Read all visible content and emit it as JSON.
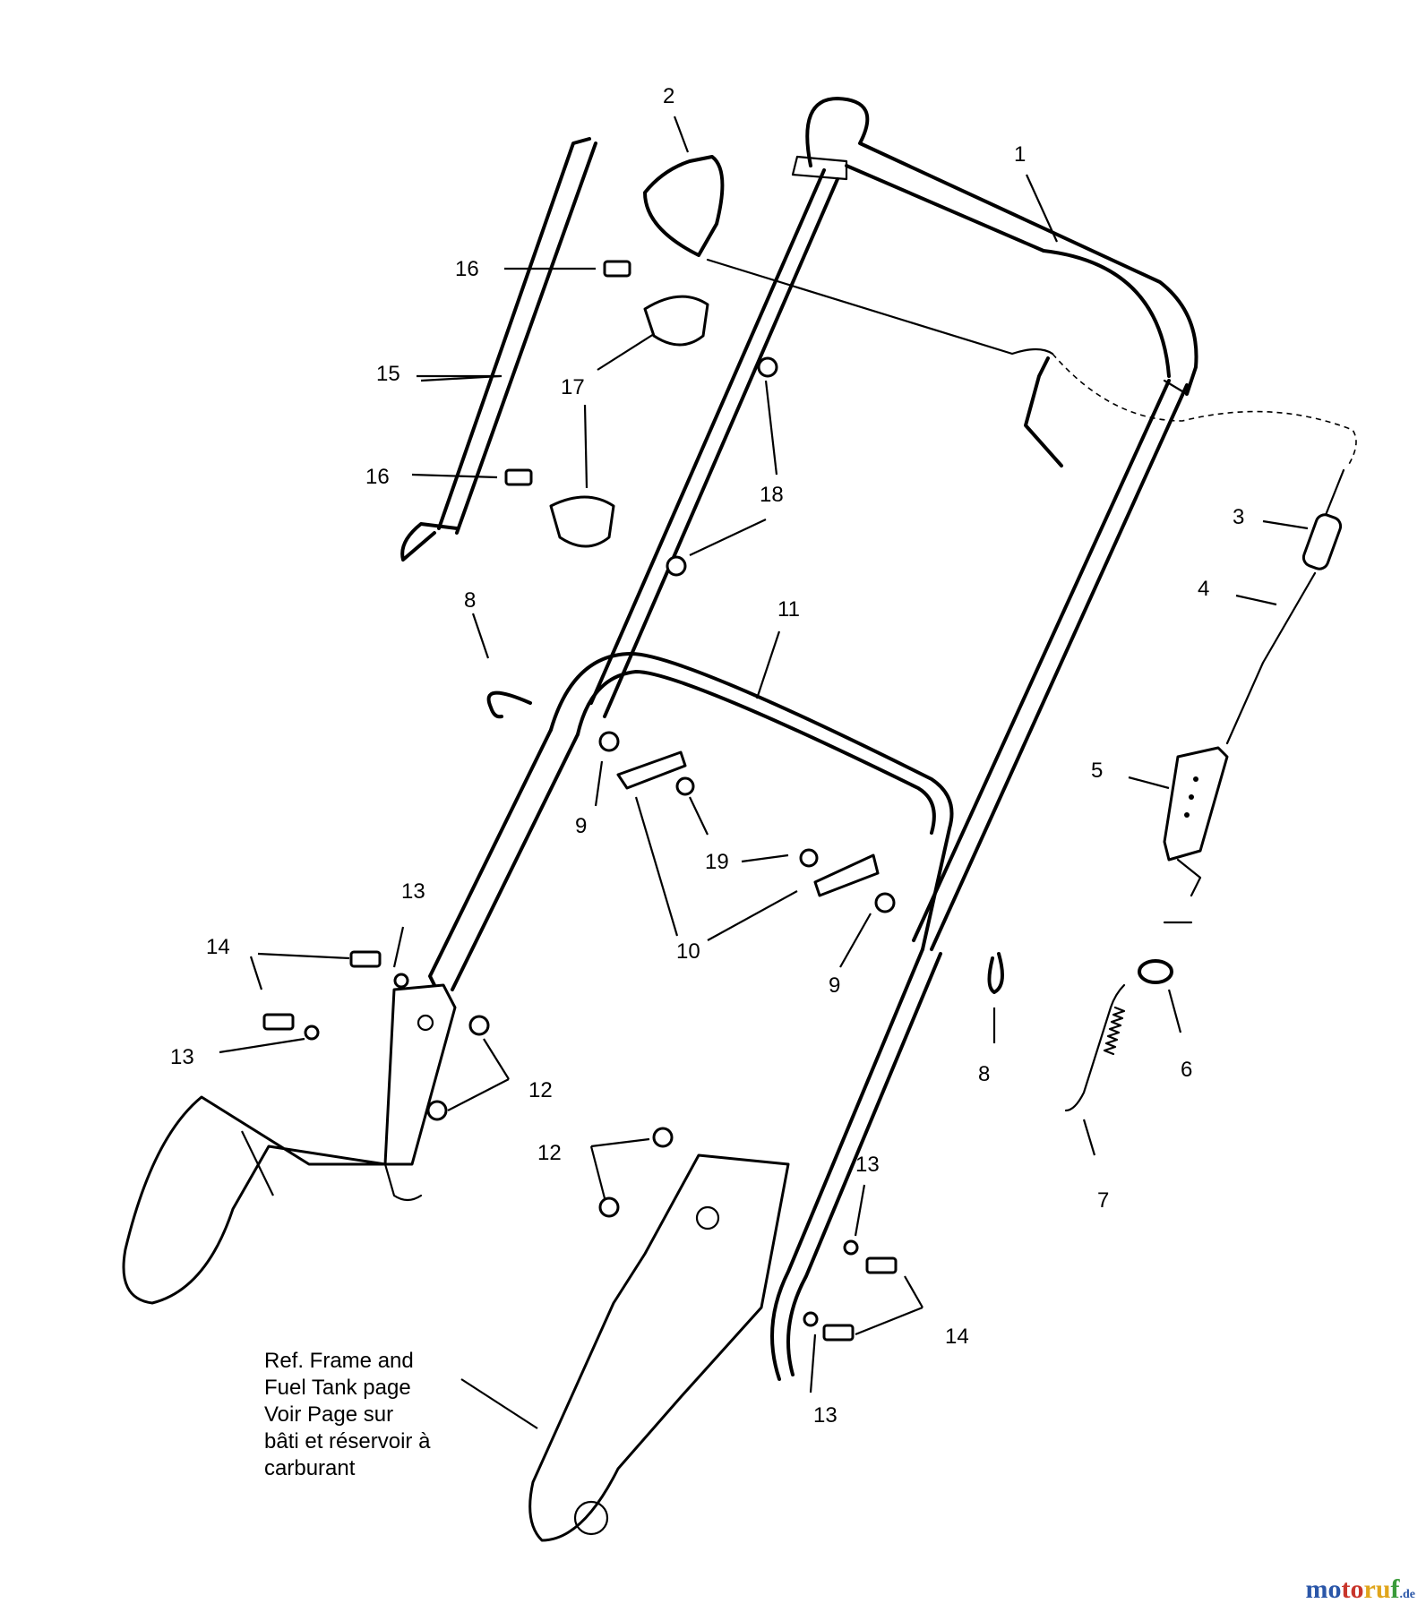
{
  "callouts": [
    {
      "id": "c1",
      "text": "1"
    },
    {
      "id": "c2",
      "text": "2"
    },
    {
      "id": "c3",
      "text": "3"
    },
    {
      "id": "c4",
      "text": "4"
    },
    {
      "id": "c5",
      "text": "5"
    },
    {
      "id": "c6",
      "text": "6"
    },
    {
      "id": "c7",
      "text": "7"
    },
    {
      "id": "c8a",
      "text": "8"
    },
    {
      "id": "c8b",
      "text": "8"
    },
    {
      "id": "c9a",
      "text": "9"
    },
    {
      "id": "c9b",
      "text": "9"
    },
    {
      "id": "c10",
      "text": "10"
    },
    {
      "id": "c11",
      "text": "11"
    },
    {
      "id": "c12a",
      "text": "12"
    },
    {
      "id": "c12b",
      "text": "12"
    },
    {
      "id": "c13a",
      "text": "13"
    },
    {
      "id": "c13b",
      "text": "13"
    },
    {
      "id": "c13c",
      "text": "13"
    },
    {
      "id": "c13d",
      "text": "13"
    },
    {
      "id": "c14a",
      "text": "14"
    },
    {
      "id": "c14b",
      "text": "14"
    },
    {
      "id": "c15",
      "text": "15"
    },
    {
      "id": "c16a",
      "text": "16"
    },
    {
      "id": "c16b",
      "text": "16"
    },
    {
      "id": "c17",
      "text": "17"
    },
    {
      "id": "c18",
      "text": "18"
    },
    {
      "id": "c19",
      "text": "19"
    }
  ],
  "reference_note": {
    "line1": "Ref. Frame and",
    "line2": "Fuel Tank page",
    "line3": "Voir Page sur",
    "line4": "bâti et réservoir à",
    "line5": "carburant"
  },
  "watermark": {
    "m1": "mo",
    "m2": "to",
    "m3": "ru",
    "m4": "f",
    "suffix": ".de"
  }
}
